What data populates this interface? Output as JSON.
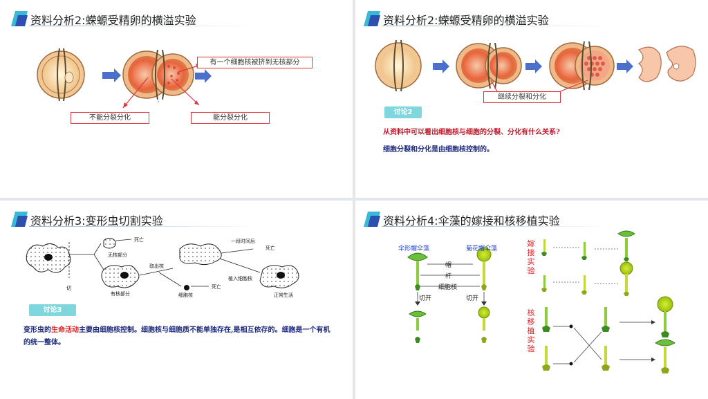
{
  "slides": [
    {
      "title": "资料分析2:蝾螈受精卵的横溢实验",
      "labels": {
        "squeezed": "有一个细胞核被挤到无核部分",
        "cannot_divide": "不能分裂分化",
        "can_divide": "能分裂分化"
      }
    },
    {
      "title": "资料分析2:蝾螈受精卵的横溢实验",
      "labels": {
        "continue_divide": "继续分裂和分化"
      },
      "discussion_tag": "讨论2",
      "question": "从资料中可以看出细胞核与细胞的分裂、分化有什么关系?",
      "answer": "细胞分裂和分化是由细胞核控制的。"
    },
    {
      "title": "资料分析3:变形虫切割实验",
      "labels": {
        "death1": "死亡",
        "no_nucleus": "无核部分",
        "cut": "切",
        "with_nucleus": "有核部分",
        "remove_nucleus": "取出核",
        "nucleus": "细胞核",
        "death2": "死亡",
        "after_time": "一段时间后",
        "death3": "死亡",
        "implant": "植入细胞核",
        "normal_life": "正常生活"
      },
      "discussion_tag": "讨论3",
      "text_pre": "变形虫的",
      "text_red": "生命活动",
      "text_post": "主要由细胞核控制。细胞核与细胞质不能单独存在,是相互依存的。细胞是一个有机的统一整体。"
    },
    {
      "title": "资料分析4:伞藻的嫁接和核移植实验",
      "labels": {
        "species1": "伞形帽伞藻",
        "species2": "菊花帽伞藻",
        "cap": "帽",
        "stalk": "杆",
        "nucleus": "细胞核",
        "cut1": "切开",
        "cut2": "切开",
        "grafting": "嫁接实验",
        "transplant": "核移植实验"
      }
    }
  ],
  "colors": {
    "accent_red": "#d9383e",
    "teal": "#7fd6dc",
    "navy": "#1e2a7a",
    "question_red": "#c0182a"
  }
}
